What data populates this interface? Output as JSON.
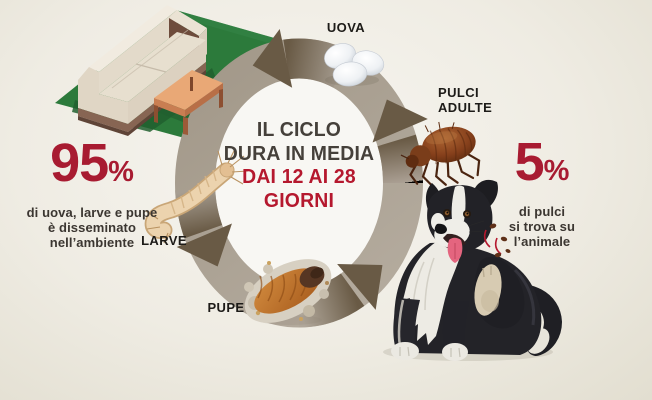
{
  "cycle": {
    "center_text": {
      "line1": "IL CICLO",
      "line2": "DURA IN MEDIA",
      "line3": "DAI 12 AI 28",
      "line4": "GIORNI"
    },
    "labels": {
      "uova": "UOVA",
      "pulci_line1": "PULCI",
      "pulci_line2": "ADULTE",
      "larve": "LARVE",
      "pupe": "PUPE"
    }
  },
  "stats": {
    "environment": {
      "value": "95",
      "unit": "%",
      "caption_line1": "di uova, larve e pupe",
      "caption_line2": "è disseminato",
      "caption_line3": "nell’ambiente"
    },
    "animal": {
      "value": "5",
      "unit": "%",
      "caption_line1": "di pulci",
      "caption_line2": "si trova su",
      "caption_line3": "l’animale"
    }
  },
  "illustrations": {
    "living_room": [
      "rug",
      "couch",
      "coffee-table"
    ],
    "cycle_stages": [
      "flea-eggs",
      "flea-larva",
      "flea-pupa",
      "adult-flea"
    ],
    "animal": [
      "border-collie-dog",
      "jumping-fleas"
    ]
  },
  "colors": {
    "accent_red": "#a81b31",
    "center_red": "#b5182e",
    "text_dark": "#3b3631",
    "label_black": "#1d1b18",
    "ring": "#a99f93",
    "ring_arrow": "#695a45",
    "rug_green": "#2c7a3b",
    "background": "#efece3"
  }
}
